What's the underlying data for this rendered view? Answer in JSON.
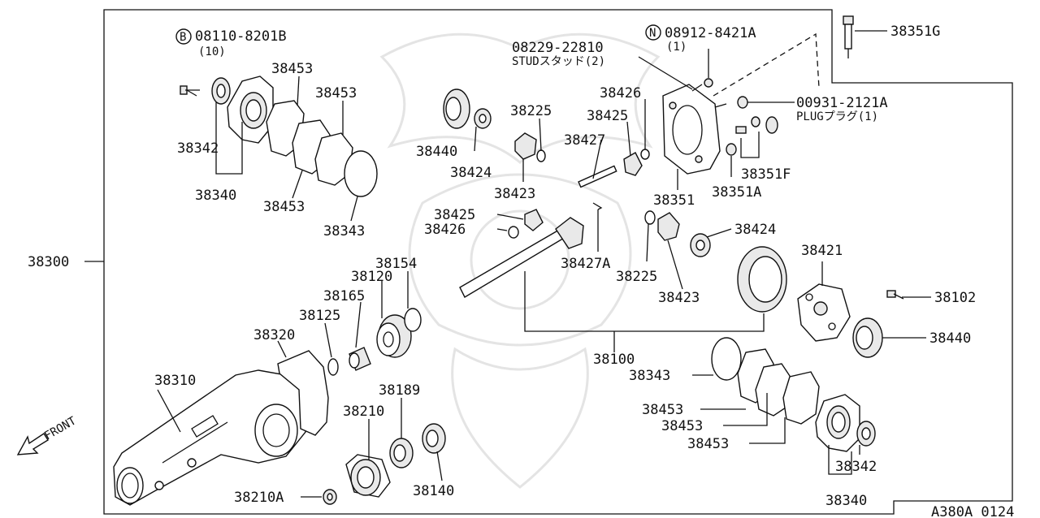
{
  "diagram_code": "A380A 0124",
  "front_label": "FRONT",
  "labels": {
    "p38300": "38300",
    "p38310": "38310",
    "p38320": "38320",
    "p38125": "38125",
    "p38165": "38165",
    "p38120": "38120",
    "p38154": "38154",
    "p38210": "38210",
    "p38189": "38189",
    "p38140": "38140",
    "p38210A": "38210A",
    "p38342_top": "38342",
    "p38340_top": "38340",
    "p38453_a": "38453",
    "p38453_b": "38453",
    "p38453_c": "38453",
    "p38343_top": "38343",
    "bolt_code": "08110-8201B",
    "bolt_qty": "(10)",
    "bolt_marker": "B",
    "p38440_top": "38440",
    "p38424_top": "38424",
    "p38225_top": "38225",
    "p38423_top": "38423",
    "p38427": "38427",
    "p38425_top": "38425",
    "p38426_top": "38426",
    "p38425_mid": "38425",
    "p38426_mid": "38426",
    "p38427A": "38427A",
    "p38225_mid": "38225",
    "p38423_mid": "38423",
    "p38424_mid": "38424",
    "stud_code": "08229-22810",
    "stud_text": "STUDスタッド(2)",
    "nut_marker": "N",
    "nut_code": "08912-8421A",
    "nut_qty": "(1)",
    "p38351G": "38351G",
    "plug_code": "00931-2121A",
    "plug_text": "PLUGプラグ(1)",
    "p38351F": "38351F",
    "p38351A": "38351A",
    "p38351": "38351",
    "p38421": "38421",
    "p38102": "38102",
    "p38440_bot": "38440",
    "p38100": "38100",
    "p38343_bot": "38343",
    "p38453_d": "38453",
    "p38453_e": "38453",
    "p38453_f": "38453",
    "p38342_bot": "38342",
    "p38340_bot": "38340"
  }
}
